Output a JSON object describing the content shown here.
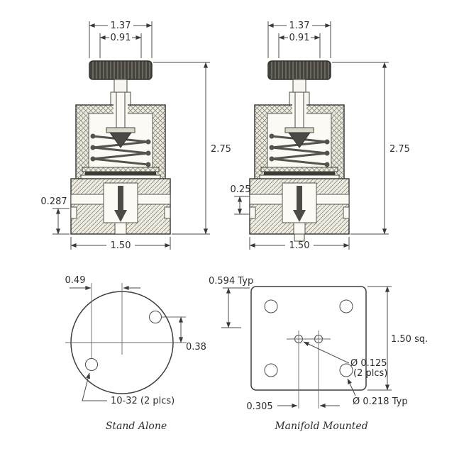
{
  "palette": {
    "ink": "#3a3a38",
    "paper": "#ffffff",
    "knob_fill": "#45433e",
    "hatch_bg": "#efede2"
  },
  "views": {
    "section_left": {
      "dim_width_outer": "1.37",
      "dim_width_inner": "0.91",
      "dim_height": "2.75",
      "dim_port_height": "0.287",
      "dim_base_width": "1.50"
    },
    "section_right": {
      "dim_width_outer": "1.37",
      "dim_width_inner": "0.91",
      "dim_height": "2.75",
      "dim_port_height": "0.25",
      "dim_base_width": "1.50"
    },
    "bottom_standalone": {
      "dim_hole_offset_x": "0.49",
      "dim_hole_offset_y": "0.38",
      "thread_callout": "10-32 (2 plcs)",
      "caption": "Stand Alone"
    },
    "bottom_manifold": {
      "dim_edge_offset": "0.594 Typ",
      "dim_square": "1.50 sq.",
      "callout_small_holes_dia": "Ø 0.125",
      "callout_small_holes_qty": "(2 plcs)",
      "callout_corner_holes": "Ø 0.218 Typ",
      "dim_hole_spacing": "0.305",
      "caption": "Manifold Mounted"
    }
  }
}
